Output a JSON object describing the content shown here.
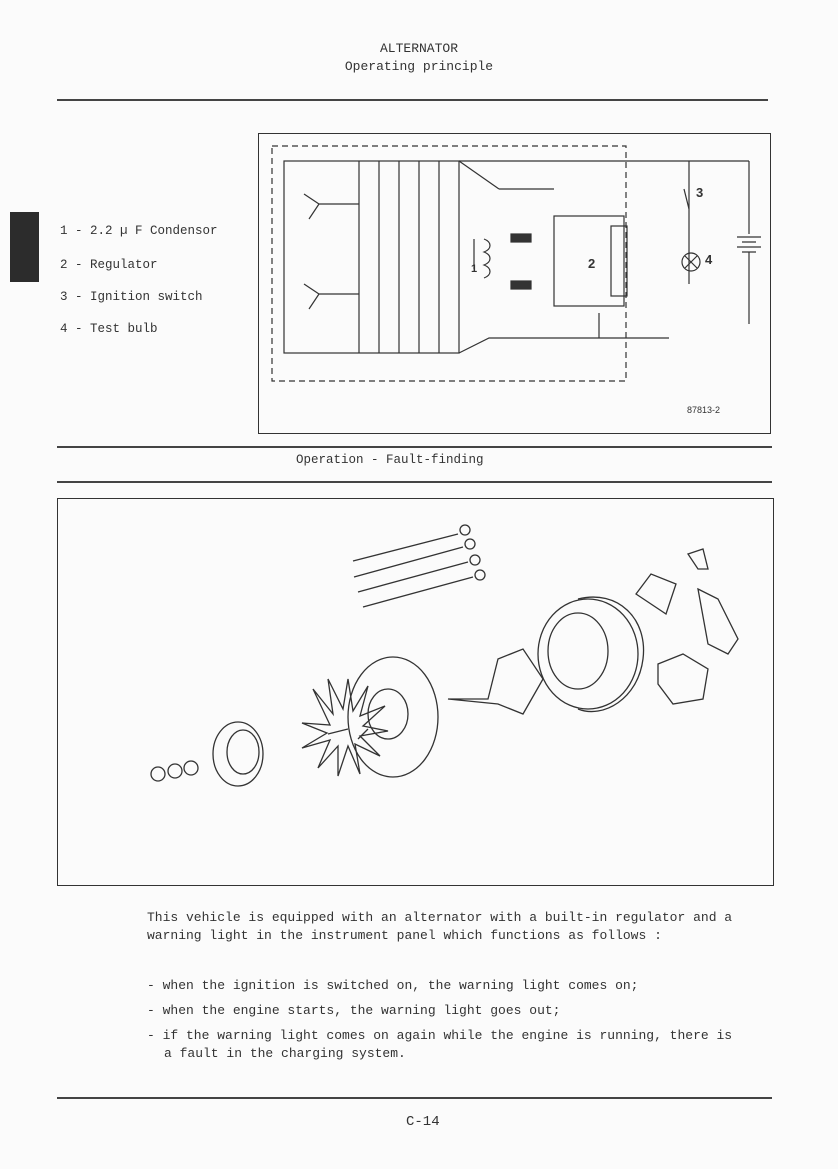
{
  "header": {
    "title": "ALTERNATOR",
    "subtitle": "Operating principle"
  },
  "legend": [
    {
      "label": "1 - 2.2 µ F Condensor"
    },
    {
      "label": "2 - Regulator"
    },
    {
      "label": "3 - Ignition switch"
    },
    {
      "label": "4 - Test bulb"
    }
  ],
  "diagram": {
    "reference": "87813-2",
    "callouts": [
      "1",
      "2",
      "3",
      "4"
    ]
  },
  "section": {
    "title": "Operation - Fault-finding"
  },
  "body": {
    "intro": "This vehicle is equipped with an alternator with a built-in regulator and a warning light in the instrument panel which functions as follows :",
    "items": [
      "- when the ignition is switched on, the warning light comes on;",
      "- when the engine starts, the warning light goes out;",
      "- if the warning light comes on again while the engine is running, there is a fault in the charging system."
    ]
  },
  "footer": {
    "page": "C-14"
  }
}
